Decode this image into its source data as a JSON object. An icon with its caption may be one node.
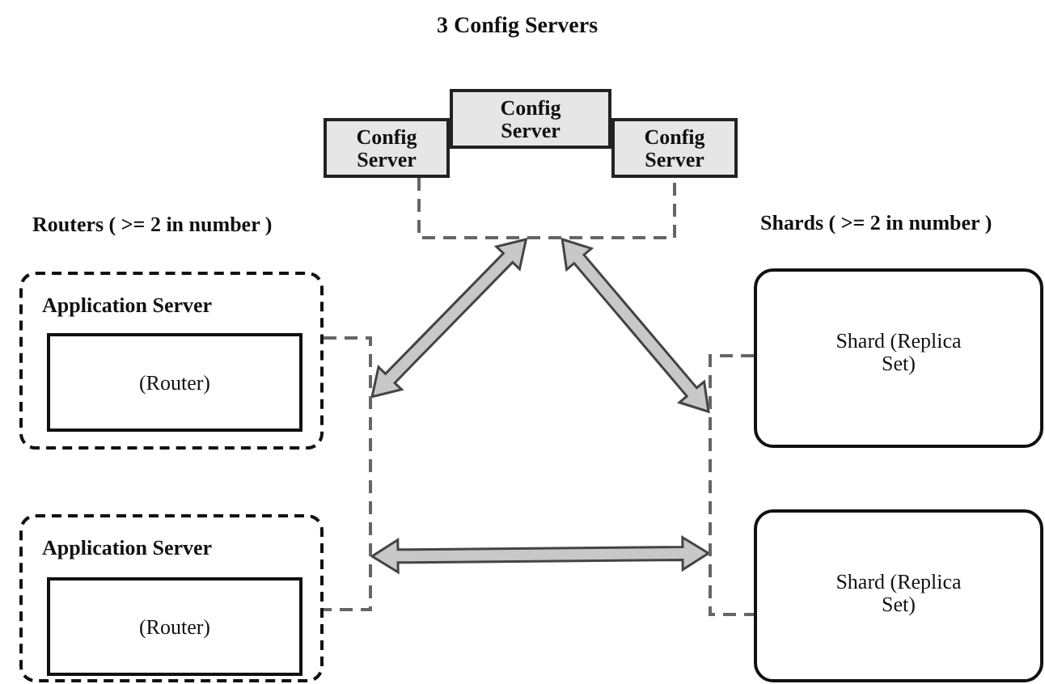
{
  "diagram": {
    "title": "3 Config Servers",
    "nodes": [
      {
        "text": [
          "Config Server"
        ]
      },
      {
        "text": [
          "Config Server"
        ]
      },
      {
        "text": [
          "Config Server"
        ]
      },
      {
        "text": [],
        "shape": "bracket"
      },
      {
        "text": [
          "Application Server"
        ]
      },
      {
        "text": [
          "(Router)"
        ],
        "in": 4
      },
      {
        "text": [
          "Application Server"
        ]
      },
      {
        "text": [
          "(Router)"
        ],
        "in": 6
      },
      {
        "text": [],
        "shape": "bracket"
      },
      {
        "text": [
          "Shard (Replica Set)"
        ]
      },
      {
        "text": [
          "Shard (Replica Set)"
        ]
      },
      {
        "text": [],
        "shape": "bracket"
      }
    ],
    "edges": [
      {
        "from": 3,
        "to": 8,
        "arrow": "both",
        "style": "thick"
      },
      {
        "from": 3,
        "to": 11,
        "arrow": "both",
        "style": "thick"
      },
      {
        "from": 8,
        "to": 11,
        "arrow": "both",
        "style": "thick"
      }
    ],
    "labels": [
      "Routers ( >= 2 in number )",
      "Shards ( >= 2 in number )"
    ]
  }
}
